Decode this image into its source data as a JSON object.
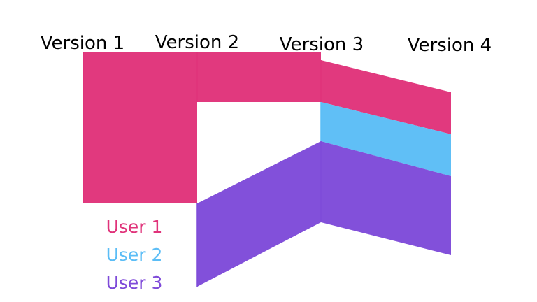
{
  "chart_data": {
    "type": "area",
    "title": "",
    "xlabel": "",
    "ylabel": "",
    "categories": [
      "Version 1",
      "Version 2",
      "Version 3",
      "Version 4"
    ],
    "series": [
      {
        "name": "User 1",
        "color": "#E0337A",
        "segments": [
          {
            "from": 0,
            "to": 1,
            "start": [
              0,
              217
            ],
            "end": [
              0,
              217
            ]
          },
          {
            "from": 1,
            "to": 2,
            "start": [
              0,
              72
            ],
            "end": [
              0,
              72
            ]
          },
          {
            "from": 2,
            "to": 3,
            "start": [
              12,
              72
            ],
            "end": [
              58,
              118
            ]
          }
        ]
      },
      {
        "name": "User 2",
        "color": "#5BBDF6",
        "segments": [
          {
            "from": 2,
            "to": 3,
            "start": [
              72,
              128
            ],
            "end": [
              118,
              178
            ]
          }
        ]
      },
      {
        "name": "User 3",
        "color": "#7E4AD9",
        "segments": [
          {
            "from": 1,
            "to": 2,
            "start": [
              217,
              336
            ],
            "end": [
              128,
              244
            ]
          },
          {
            "from": 2,
            "to": 3,
            "start": [
              128,
              244
            ],
            "end": [
              178,
              291
            ]
          }
        ]
      }
    ],
    "legend": {
      "position": "bottom-left"
    }
  }
}
